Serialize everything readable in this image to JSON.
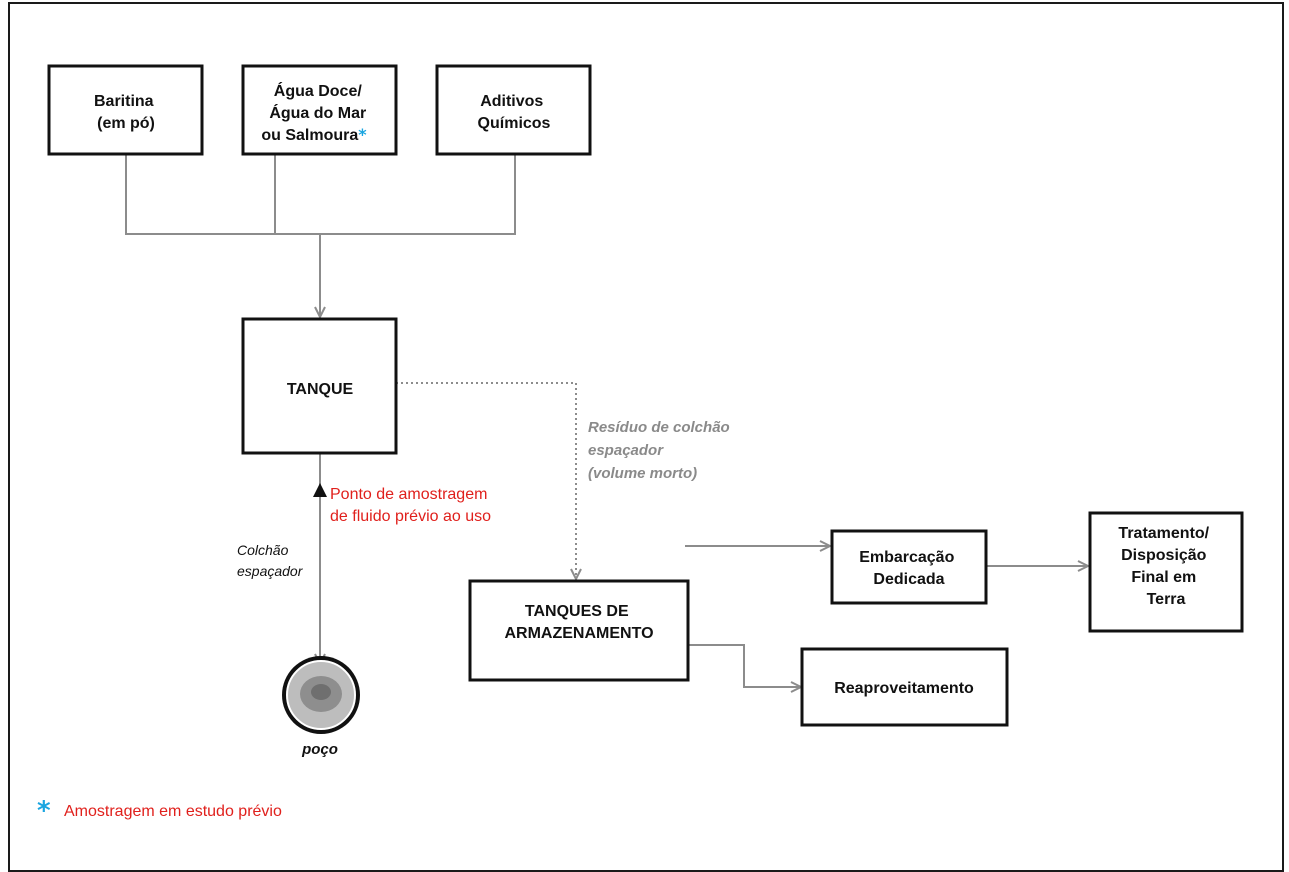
{
  "boxes": {
    "baritina": [
      "Baritina",
      "(em pó)"
    ],
    "agua": [
      "Água Doce/",
      "Água do Mar",
      "ou Salmoura"
    ],
    "aditivos": [
      "Aditivos",
      "Químicos"
    ],
    "tanque": [
      "TANQUE"
    ],
    "tanques_armazenamento": [
      "TANQUES DE",
      "ARMAZENAMENTO"
    ],
    "embarcacao": [
      "Embarcação",
      "Dedicada"
    ],
    "tratamento": [
      "Tratamento/",
      "Disposição",
      "Final em",
      "Terra"
    ],
    "reaproveitamento": [
      "Reaproveitamento"
    ]
  },
  "asterisk": "*",
  "labels": {
    "residuo": [
      "Resíduo de colchão",
      "espaçador",
      "(volume morto)"
    ],
    "ponto_amostragem": [
      "Ponto de amostragem",
      "de fluido prévio ao uso"
    ],
    "colchao": [
      "Colchão",
      "espaçador"
    ],
    "poco": "poço"
  },
  "footnote": {
    "symbol": "*",
    "text": "Amostragem em estudo prévio"
  },
  "colors": {
    "connector": "#8c8c8c",
    "box_border": "#111111",
    "note_red": "#e0201c",
    "asterisk_blue": "#1aa5e0",
    "note_grey": "#8a8a8a"
  }
}
